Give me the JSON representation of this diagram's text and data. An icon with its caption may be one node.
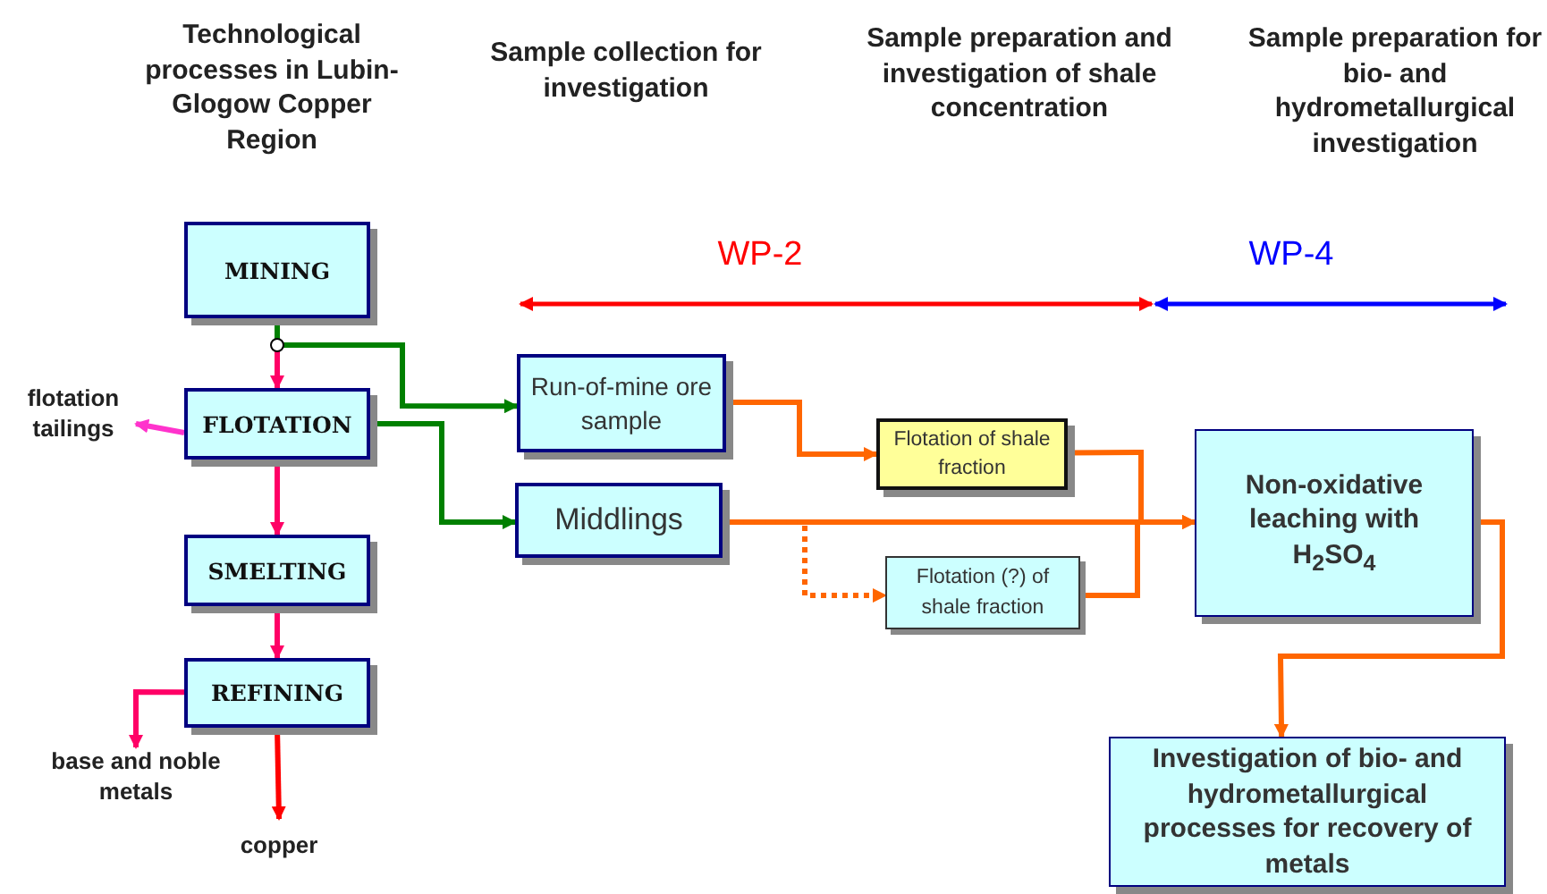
{
  "diagram": {
    "nodes": [
      {
        "text": [
          "MINING"
        ]
      },
      {
        "text": [
          "FLOTATION"
        ]
      },
      {
        "text": [
          "SMELTING"
        ]
      },
      {
        "text": [
          "REFINING"
        ]
      },
      {
        "text": [
          "flotation tailings"
        ]
      },
      {
        "text": [
          "base and noble metals"
        ]
      },
      {
        "text": [
          "copper"
        ]
      },
      {
        "text": [
          "Run-of-mine ore sample"
        ]
      },
      {
        "text": [
          "Middlings"
        ]
      },
      {
        "text": [
          "Flotation of shale fraction"
        ]
      },
      {
        "text": [
          "Flotation (?) of shale fraction"
        ]
      },
      {
        "text": [
          "Non-oxidative leaching with H$_{2}$SO$_{4}$"
        ]
      },
      {
        "text": [
          "Investigation of bio-  and hydrometallurgical processes for recovery of metals"
        ]
      }
    ],
    "edges": [
      {
        "from": 0,
        "to": 1,
        "arrow": "to",
        "color": "#ff0066"
      },
      {
        "from": 0,
        "to": 7,
        "arrow": "to",
        "color": "#008000"
      },
      {
        "from": 1,
        "to": 4,
        "arrow": "to",
        "color": "#ff33cc"
      },
      {
        "from": 1,
        "to": 8,
        "arrow": "to",
        "color": "#008000"
      },
      {
        "from": 1,
        "to": 2,
        "arrow": "to",
        "color": "#ff0066"
      },
      {
        "from": 2,
        "to": 3,
        "arrow": "to",
        "color": "#ff0066"
      },
      {
        "from": 3,
        "to": 5,
        "arrow": "to",
        "color": "#ff0066"
      },
      {
        "from": 3,
        "to": 6,
        "arrow": "to",
        "color": "#ff0000"
      },
      {
        "from": 7,
        "to": 9,
        "arrow": "to"
      },
      {
        "from": 9,
        "to": 11,
        "arrow": "to"
      },
      {
        "from": 8,
        "to": 11,
        "arrow": "to"
      },
      {
        "from": 8,
        "to": 10,
        "arrow": "to",
        "style": "dashed"
      },
      {
        "from": 10,
        "to": 11,
        "arrow": "to"
      },
      {
        "from": 11,
        "to": 12,
        "arrow": "to"
      }
    ],
    "labels": [
      "Technological processes in Lubin-Glogow Copper Region",
      "Sample collection for investigation",
      "Sample preparation and investigation of shale concentration",
      "Sample preparation for bio- and hydrometallurgical investigation",
      "WP-2",
      "WP-4"
    ]
  }
}
